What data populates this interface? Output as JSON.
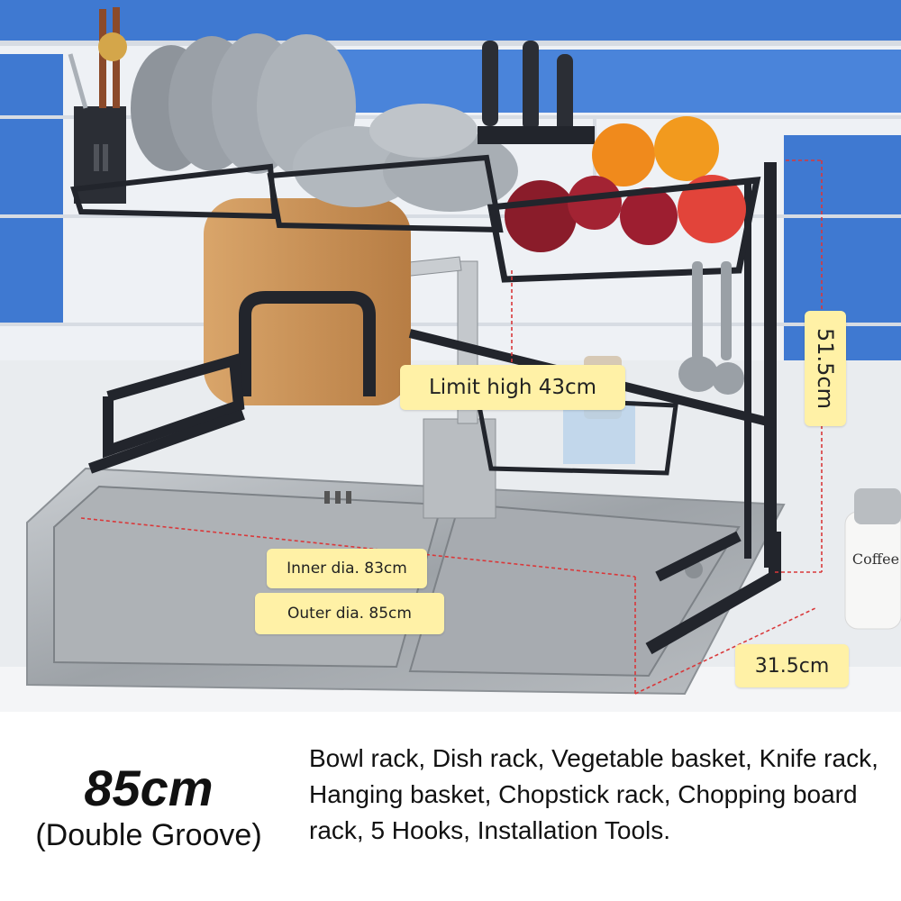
{
  "annotations": {
    "limit_high": "Limit high 43cm",
    "height": "51.5cm",
    "width": "31.5cm",
    "inner_dia": "Inner dia. 83cm",
    "outer_dia": "Outer dia. 85cm"
  },
  "jar_label": "Coffee",
  "caption": {
    "size": "85cm",
    "type": "(Double Groove)",
    "includes": "Bowl rack, Dish rack, Vegetable basket, Knife rack, Hanging basket, Chopstick rack, Chopping board rack, 5 Hooks, Installation Tools."
  },
  "colors": {
    "wall_blue": "#3f79d1",
    "tile_white": "#eef1f5",
    "counter": "#e9ecef",
    "rack_black": "#22252c",
    "steel": "#a9adb2",
    "tag_yellow": "#fff1a6",
    "dimension_red": "#d9383a"
  }
}
